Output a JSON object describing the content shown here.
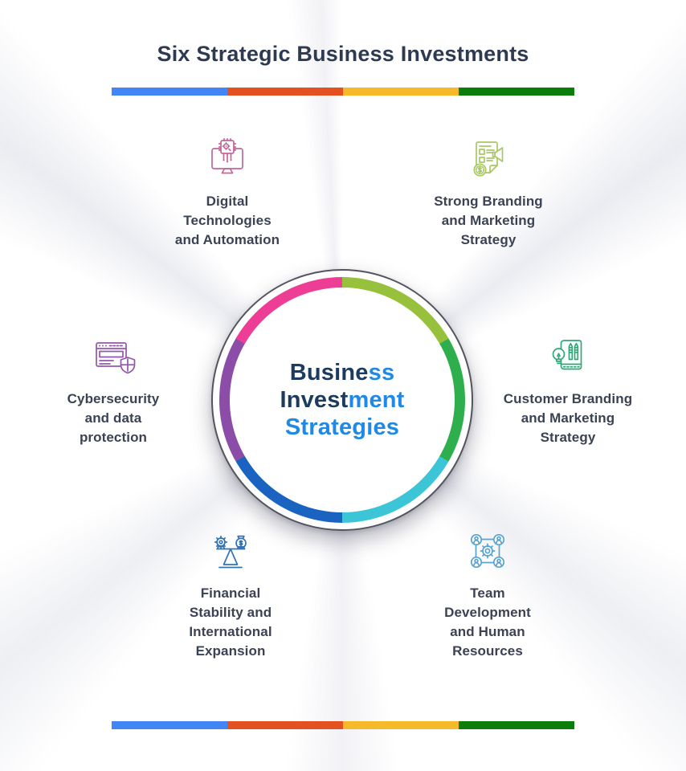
{
  "title": "Six Strategic Business Investments",
  "accent_bar": {
    "segments": [
      "#4285f4",
      "#e2511f",
      "#f5b929",
      "#0a7d0a"
    ]
  },
  "center": {
    "title_line1": {
      "dark": "Busine",
      "blue": "ss"
    },
    "title_line2": {
      "dark": "Invest",
      "blue": "ment"
    },
    "title_line3": {
      "blue": "Strategies"
    },
    "text_dark_color": "#1d3b5e",
    "text_blue_color": "#2089e5",
    "ring_segments": [
      "#97c13c",
      "#2fae4e",
      "#3cc4d7",
      "#1b63c1",
      "#8b4da7",
      "#ed3d95"
    ]
  },
  "items": [
    {
      "label": "Digital\nTechnologies\nand Automation",
      "icon": "monitor-chip-automation-icon",
      "color": "#c2679b"
    },
    {
      "label": "Strong Branding\nand Marketing\nStrategy",
      "icon": "document-megaphone-icon",
      "color": "#a9c765"
    },
    {
      "label": "Cybersecurity\nand data\nprotection",
      "icon": "browser-shield-icon",
      "color": "#9257ac"
    },
    {
      "label": "Customer Branding\nand Marketing\nStrategy",
      "icon": "notebook-pencils-bulb-icon",
      "color": "#2fa878"
    },
    {
      "label": "Financial\nStability and\nInternational\nExpansion",
      "icon": "balance-scale-icon",
      "color": "#3273b4"
    },
    {
      "label": "Team\nDevelopment\nand Human\nResources",
      "icon": "team-gear-icon",
      "color": "#58a3cf"
    }
  ]
}
